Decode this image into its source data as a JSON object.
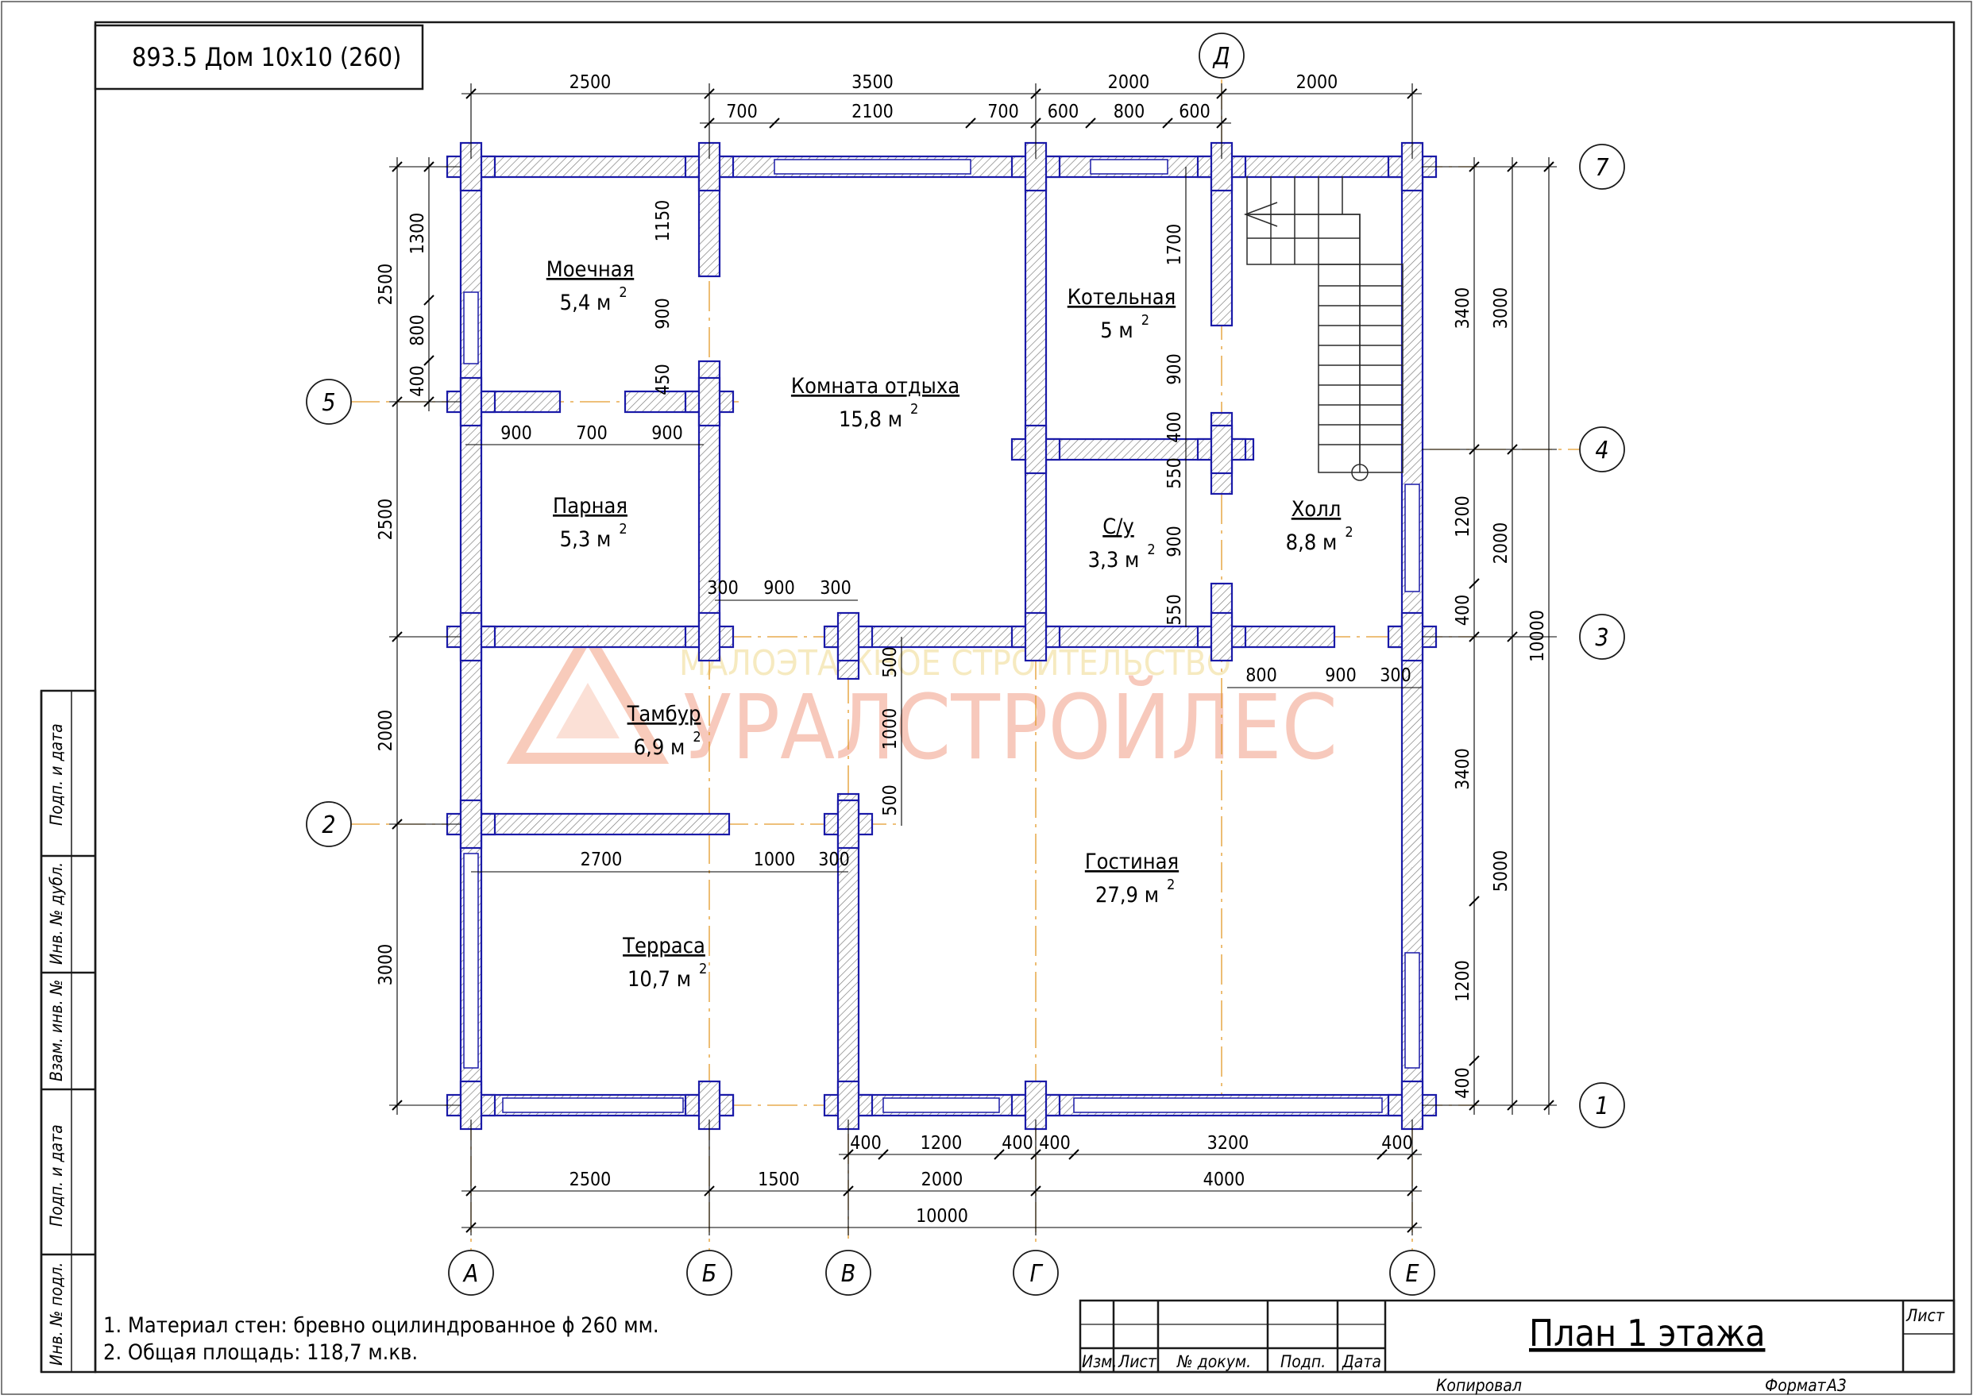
{
  "title_box": "893.5 Дом 10х10 (260)",
  "sheet_title": "План 1 этажа",
  "watermark": {
    "subtitle": "МАЛОЭТАЖНОЕ СТРОИТЕЛЬСТВО",
    "brand": "УРАЛСТРОЙЛЕС"
  },
  "notes": [
    "1. Материал стен: бревно оцилиндрованное ϕ 260 мм.",
    "2. Общая площадь: 118,7 м.кв."
  ],
  "side_stamp": [
    "Подп. и дата",
    "Инв. № дубл.",
    "Взам. инв. №",
    "Подп. и дата",
    "Инв. № подл."
  ],
  "title_block": {
    "columns": [
      "Изм.",
      "Лист",
      "№ докум.",
      "Подп.",
      "Дата"
    ],
    "sheet_label": "Лист",
    "copied": "Копировал",
    "format": "Формат",
    "format_value": "А3"
  },
  "axes": {
    "bottom": [
      "А",
      "Б",
      "В",
      "Г",
      "Е"
    ],
    "top": [
      "Д"
    ],
    "left": [
      "5",
      "2"
    ],
    "right": [
      "7",
      "4",
      "3",
      "1"
    ]
  },
  "rooms": [
    {
      "name": "Моечная",
      "area": "5,4 м"
    },
    {
      "name": "Комната отдыха",
      "area": "15,8 м"
    },
    {
      "name": "Котельная",
      "area": "5 м"
    },
    {
      "name": "Парная",
      "area": "5,3 м"
    },
    {
      "name": "С/у",
      "area": "3,3 м"
    },
    {
      "name": "Холл",
      "area": "8,8 м"
    },
    {
      "name": "Тамбур",
      "area": "6,9 м"
    },
    {
      "name": "Гостиная",
      "area": "27,9 м"
    },
    {
      "name": "Терраса",
      "area": "10,7 м"
    }
  ],
  "area_sup": "2",
  "dims": {
    "top1": [
      "2500",
      "3500",
      "2000",
      "2000"
    ],
    "top2": [
      "700",
      "2100",
      "700",
      "600",
      "800",
      "600"
    ],
    "bottom1": [
      "400",
      "1200",
      "400",
      "400",
      "3200",
      "400"
    ],
    "bottom2": [
      "2500",
      "1500",
      "2000",
      "4000"
    ],
    "bottom_total": "10000",
    "left_outer": [
      "2500",
      "2500",
      "2000",
      "3000"
    ],
    "left_inner": [
      "1300",
      "800",
      "400"
    ],
    "right1": [
      "3400",
      "1200",
      "400",
      "3400",
      "1200",
      "400"
    ],
    "right2": [
      "3000",
      "2000",
      "5000"
    ],
    "right_total": "10000",
    "interior": {
      "d1150": "1150",
      "d900a": "900",
      "d450": "450",
      "p900a": "900",
      "p700": "700",
      "p900b": "900",
      "t300a": "300",
      "t900": "900",
      "t300b": "300",
      "k1700": "1700",
      "k900": "900",
      "k400": "400",
      "k550a": "550",
      "k900b": "900",
      "k550b": "550",
      "h800": "800",
      "h900": "900",
      "h300": "300",
      "v500a": "500",
      "v1000": "1000",
      "v500b": "500",
      "ter2700": "2700",
      "ter1000": "1000",
      "ter300": "300"
    }
  }
}
